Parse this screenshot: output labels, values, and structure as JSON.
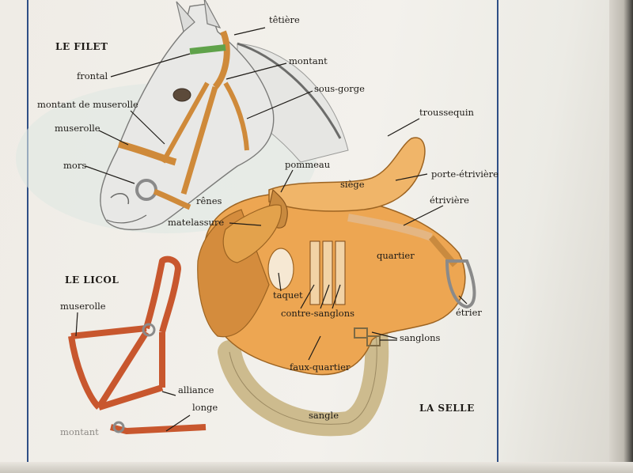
{
  "sections": {
    "filet": "LE FILET",
    "licol": "LE LICOL",
    "selle": "LA SELLE"
  },
  "labels": {
    "tetiere": "têtière",
    "montant": "montant",
    "frontal": "frontal",
    "sous_gorge": "sous-gorge",
    "montant_de_muserolle": "montant de muserolle",
    "muserolle_bride": "muserolle",
    "mors": "mors",
    "renes": "rênes",
    "troussequin": "troussequin",
    "pommeau": "pommeau",
    "siege": "siège",
    "porte_etriviere": "porte-étrivière",
    "etriviere": "étrivière",
    "matelassure": "matelassure",
    "quartier": "quartier",
    "taquet": "taquet",
    "contre_sanglons": "contre-sanglons",
    "etrier": "étrier",
    "sanglons": "sanglons",
    "faux_quartier": "faux-quartier",
    "sangle": "sangle",
    "muserolle_licol": "muserolle",
    "alliance": "alliance",
    "longe": "longe",
    "montant_licol": "montant"
  },
  "colors": {
    "page": "#f1efe9",
    "frame": "#2f4f86",
    "leather": "#e9a24a",
    "halter": "#c8572e",
    "browband": "#5fa24a"
  }
}
